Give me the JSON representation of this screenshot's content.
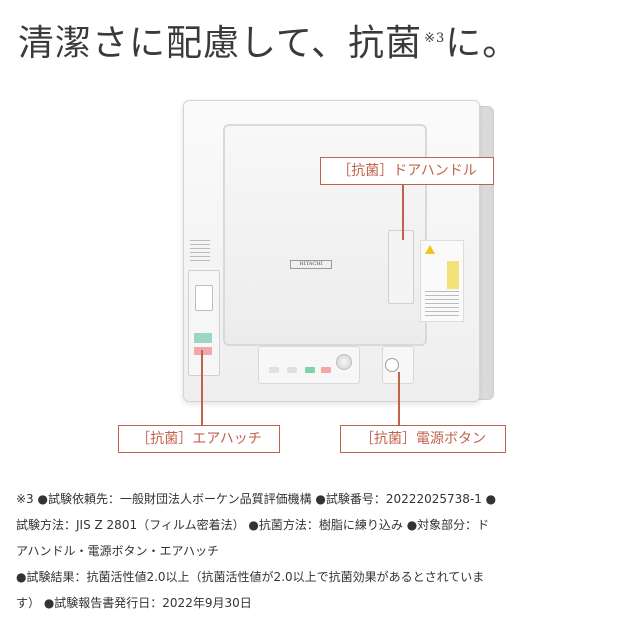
{
  "headline": {
    "text": "清潔さに配慮して、抗菌",
    "note_mark": "※3",
    "suffix": "に。"
  },
  "product": {
    "brand": "HITACHI"
  },
  "callouts": {
    "door_handle": "［抗菌］ドアハンドル",
    "air_hatch": "［抗菌］エアハッチ",
    "power_button": "［抗菌］電源ボタン"
  },
  "footnote": {
    "line1": "※3 ●試験依頼先：一般財団法人ボーケン品質評価機構 ●試験番号：20222025738-1 ●",
    "line2": "試験方法：JIS Z 2801（フィルム密着法） ●抗菌方法：樹脂に練り込み ●対象部分：ド",
    "line3": "アハンドル・電源ボタン・エアハッチ",
    "line4": "●試験結果：抗菌活性値2.0以上（抗菌活性値が2.0以上で抗菌効果があるとされていま",
    "line5": "す） ●試験報告書発行日：2022年9月30日"
  },
  "colors": {
    "accent": "#c0634a",
    "text": "#333333"
  }
}
